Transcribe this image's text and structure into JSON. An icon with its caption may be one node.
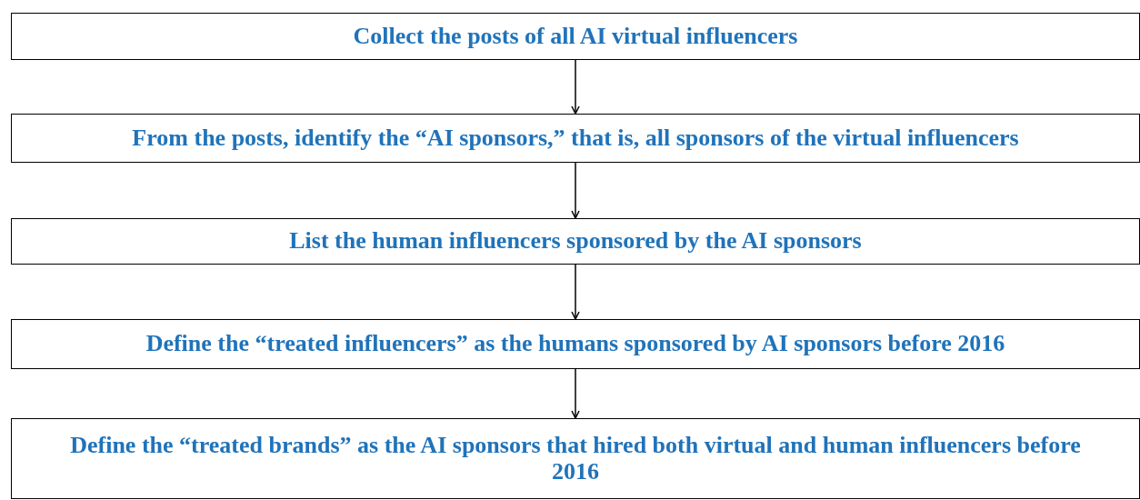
{
  "diagram": {
    "nodes": [
      {
        "text": [
          "Collect the posts of all AI virtual influencers"
        ]
      },
      {
        "text": [
          "From the posts, identify the “AI sponsors,” that is, all sponsors of the virtual influencers"
        ]
      },
      {
        "text": [
          "List the human influencers sponsored by the AI sponsors"
        ]
      },
      {
        "text": [
          "Define the “treated influencers” as the humans sponsored by AI sponsors before 2016"
        ]
      },
      {
        "text": [
          "Define the “treated brands” as the AI sponsors that hired both virtual and human influencers before 2016"
        ]
      }
    ],
    "edges": [
      {
        "from": 0,
        "to": 1,
        "arrow": "to"
      },
      {
        "from": 1,
        "to": 2,
        "arrow": "to"
      },
      {
        "from": 2,
        "to": 3,
        "arrow": "to"
      },
      {
        "from": 3,
        "to": 4,
        "arrow": "to"
      }
    ]
  }
}
